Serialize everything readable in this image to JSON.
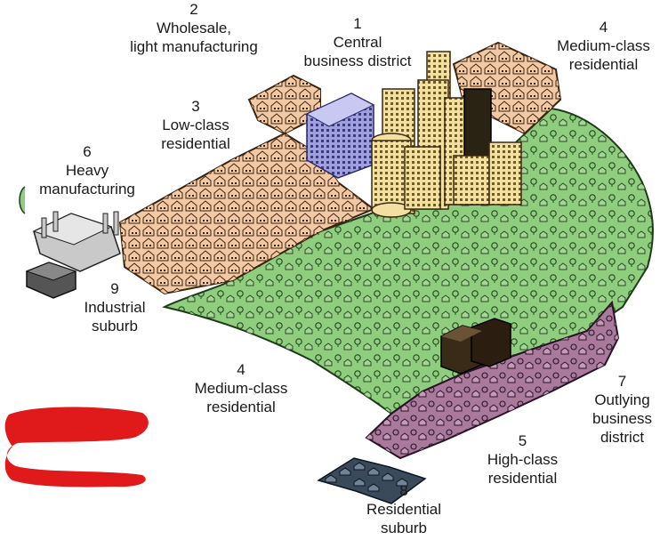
{
  "zones": {
    "z1": {
      "number": "1",
      "line1": "Central",
      "line2": "business district"
    },
    "z2": {
      "number": "2",
      "line1": "Wholesale,",
      "line2": "light manufacturing"
    },
    "z3": {
      "number": "3",
      "line1": "Low-class",
      "line2": "residential"
    },
    "z4a": {
      "number": "4",
      "line1": "Medium-class",
      "line2": "residential"
    },
    "z4b": {
      "number": "4",
      "line1": "Medium-class",
      "line2": "residential"
    },
    "z5": {
      "number": "5",
      "line1": "High-class",
      "line2": "residential"
    },
    "z6": {
      "number": "6",
      "line1": "Heavy",
      "line2": "manufacturing"
    },
    "z7": {
      "number": "7",
      "line1": "Outlying",
      "line2": "business",
      "line3": "district"
    },
    "z8": {
      "number": "8",
      "line1": "Residential",
      "line2": "suburb"
    },
    "z9": {
      "number": "9",
      "line1": "Industrial",
      "line2": "suburb"
    }
  },
  "colors": {
    "cbd_buildings": "#f3dfa0",
    "wholesale": "#9f9fe0",
    "low_class": "#f2c9a4",
    "medium_class": "#8fce7f",
    "high_class": "#a97a9c",
    "heavy_manufacturing": "#c9c9c9",
    "industrial_suburb": "#555555",
    "residential_suburb": "#3a4a5a",
    "outlying_business": "#3a2a18",
    "redaction": "#e0191b"
  }
}
